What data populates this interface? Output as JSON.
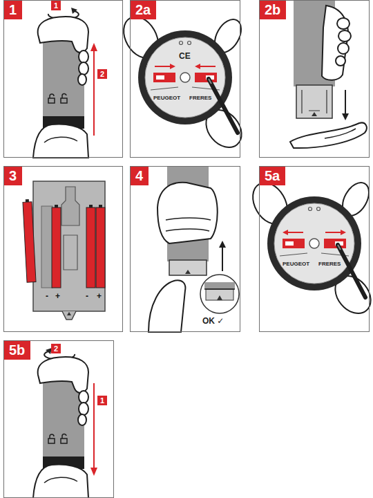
{
  "diagram": {
    "nodes": [
      {
        "text": [
          "1"
        ]
      },
      {
        "text": [
          "2a"
        ]
      },
      {
        "text": [
          "2b"
        ]
      },
      {
        "text": [
          "3"
        ]
      },
      {
        "text": [
          "4"
        ]
      },
      {
        "text": [
          "5a"
        ]
      },
      {
        "text": [
          "5b"
        ]
      }
    ],
    "labels": [
      "1",
      "2",
      "CE",
      "PEUGEOT",
      "FRERES",
      "-",
      "+",
      "-",
      "+",
      "OK ✓",
      "PEUGEOT",
      "FRERES",
      "2",
      "1"
    ]
  }
}
